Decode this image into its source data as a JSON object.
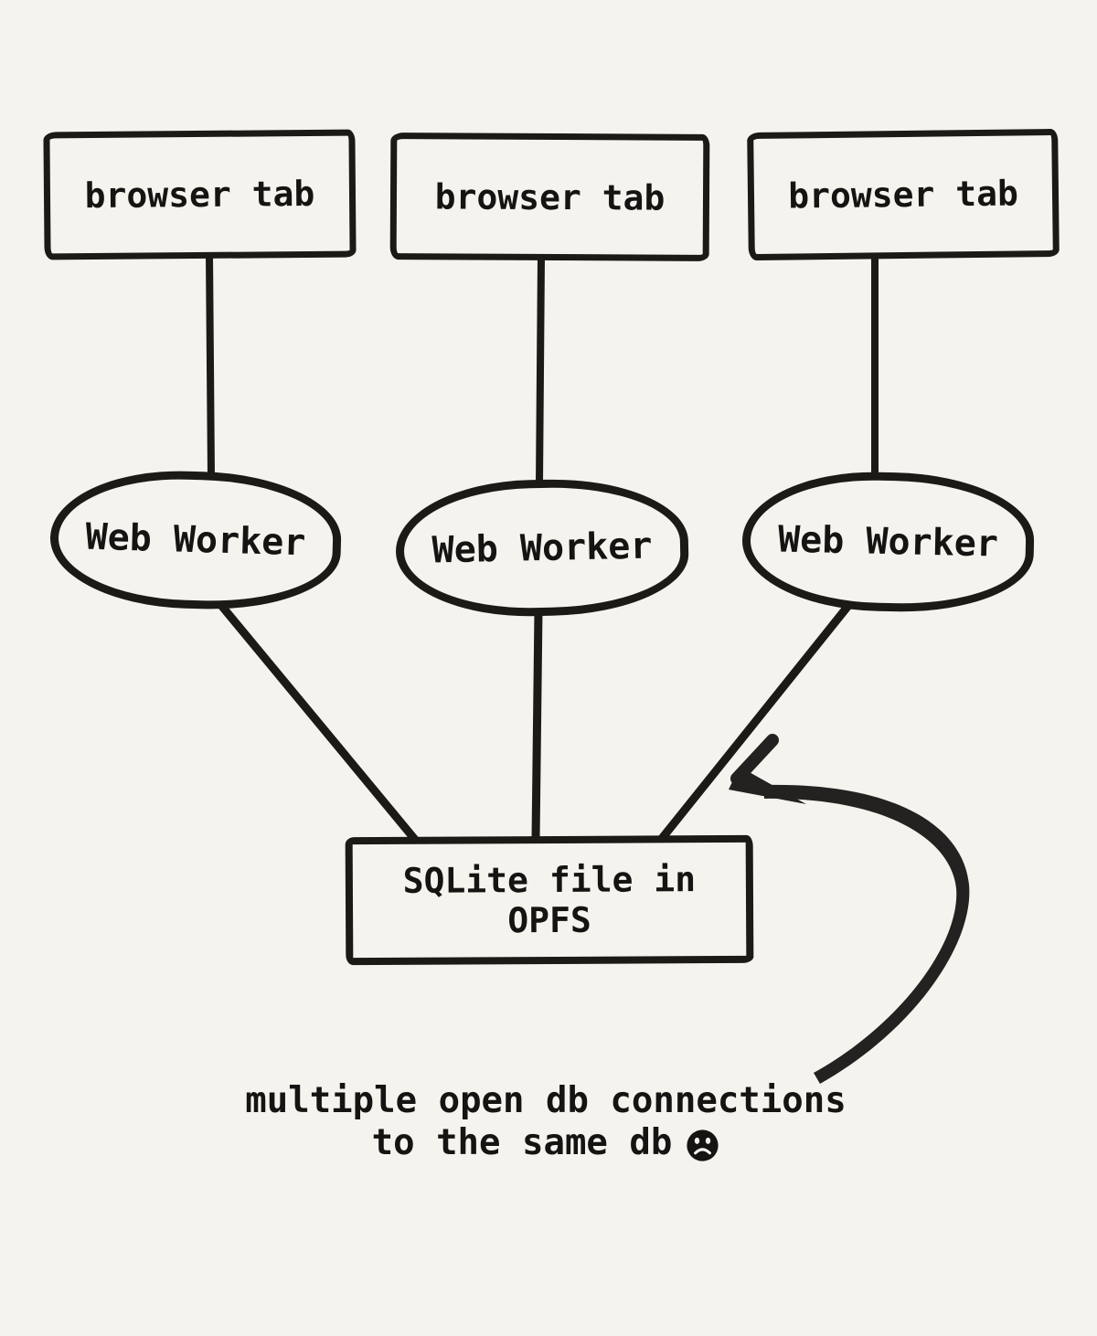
{
  "canvas": {
    "background": "#f5f3ee",
    "ink": "#1c1a17"
  },
  "diagram": {
    "tabs": [
      {
        "label": "browser tab"
      },
      {
        "label": "browser tab"
      },
      {
        "label": "browser tab"
      }
    ],
    "workers": [
      {
        "label": "Web Worker"
      },
      {
        "label": "Web Worker"
      },
      {
        "label": "Web Worker"
      }
    ],
    "database": {
      "line1": "SQLite file in",
      "line2": "OPFS"
    }
  },
  "caption": {
    "line1": "multiple open db connections",
    "line2": "to the same db",
    "icon": "frown-face"
  }
}
